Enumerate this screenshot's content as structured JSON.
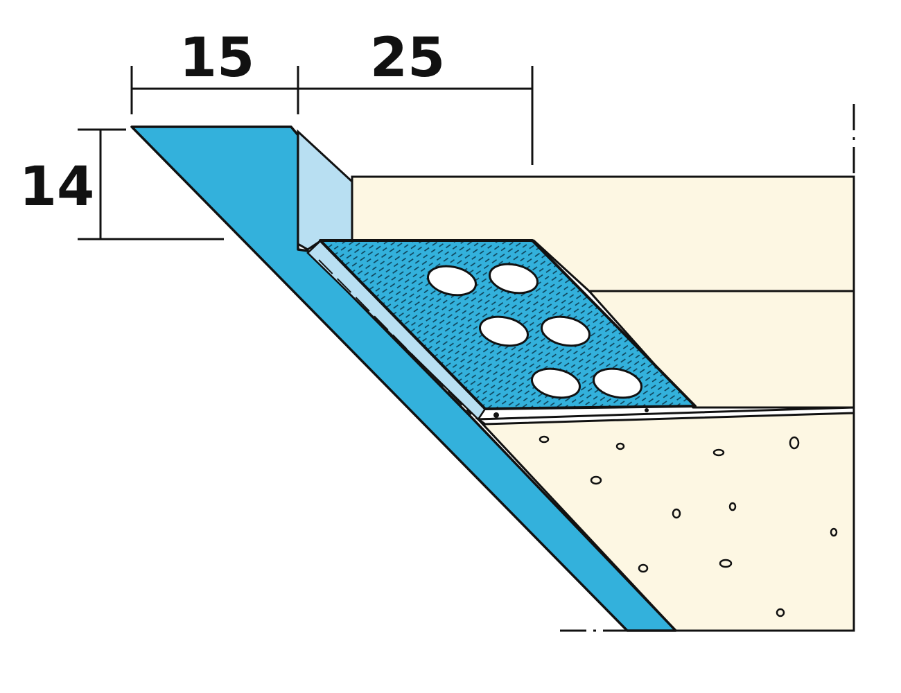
{
  "dimensions": {
    "width_left": "15",
    "width_right": "25",
    "height": "14"
  },
  "colors": {
    "profile_blue": "#33b1dc",
    "profile_light_blue": "#b8dff2",
    "plaster_cream": "#fdf7e3",
    "outline": "#111111",
    "background": "#ffffff"
  }
}
